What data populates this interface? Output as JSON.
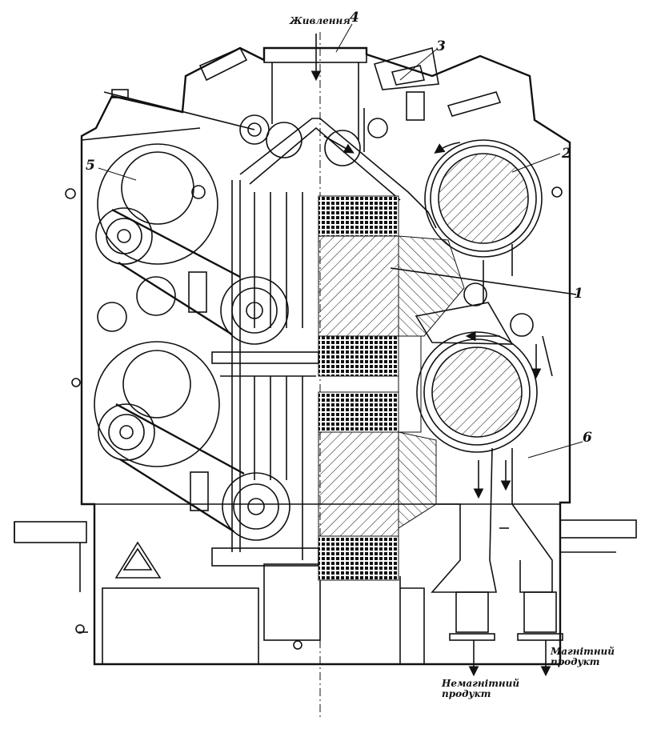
{
  "labels": {
    "feed": "Живлення",
    "nonmagnetic_product": [
      "Немагнітний",
      "продукт"
    ],
    "magnetic_product": [
      "Магнітний",
      "продукт"
    ],
    "callouts": [
      "1",
      "2",
      "3",
      "4",
      "5",
      "6"
    ]
  }
}
